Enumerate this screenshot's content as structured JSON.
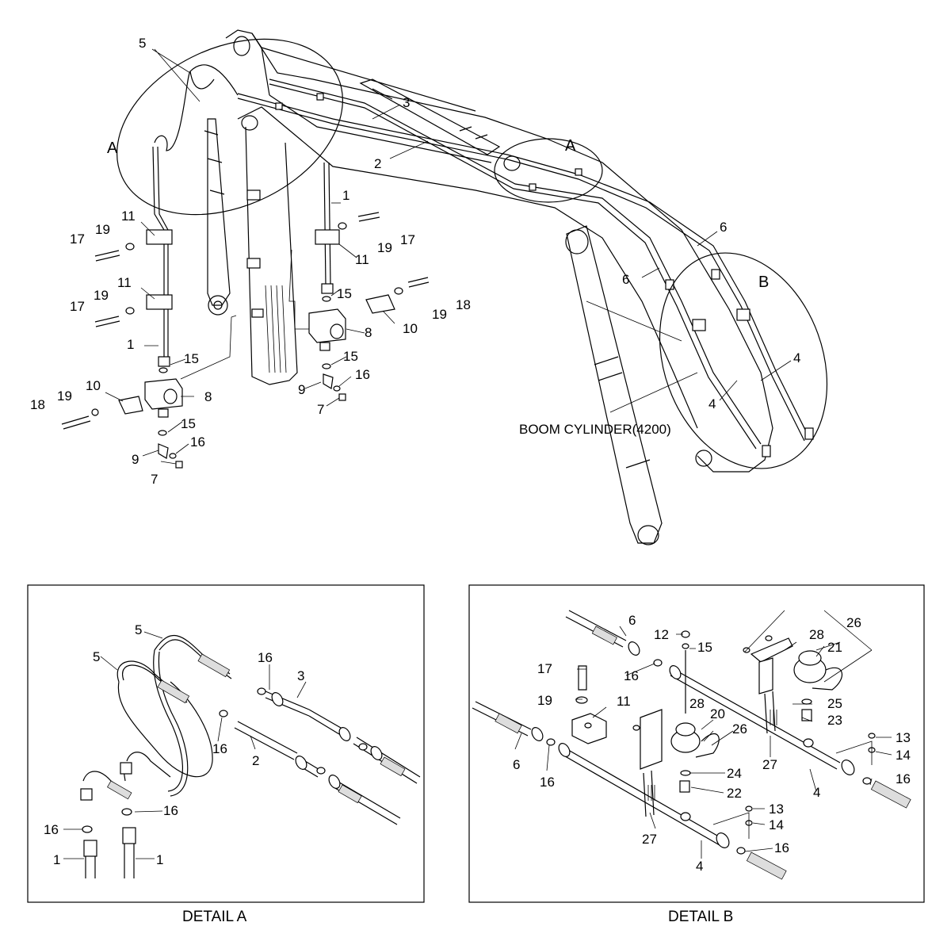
{
  "main": {
    "detail_circle_label": "A",
    "detail_b_label": "B",
    "boom_cylinder_label": "BOOM CYLINDER(4200)",
    "callouts": {
      "c5": "5",
      "c3": "3",
      "c2": "2",
      "c1": "1",
      "c6": "6",
      "c4": "4",
      "c7": "7",
      "c8": "8",
      "c9": "9",
      "c10": "10",
      "c11": "11",
      "c15": "15",
      "c16": "16",
      "c17": "17",
      "c18": "18",
      "c19": "19"
    }
  },
  "detail_a": {
    "caption": "DETAIL A",
    "callouts": {
      "c1": "1",
      "c2": "2",
      "c3": "3",
      "c5": "5",
      "c16": "16"
    }
  },
  "detail_b": {
    "caption": "DETAIL B",
    "callouts": {
      "c4": "4",
      "c6": "6",
      "c11": "11",
      "c12": "12",
      "c13": "13",
      "c14": "14",
      "c15": "15",
      "c16": "16",
      "c17": "17",
      "c19": "19",
      "c20": "20",
      "c21": "21",
      "c22": "22",
      "c23": "23",
      "c24": "24",
      "c25": "25",
      "c26": "26",
      "c27": "27",
      "c28": "28"
    }
  }
}
